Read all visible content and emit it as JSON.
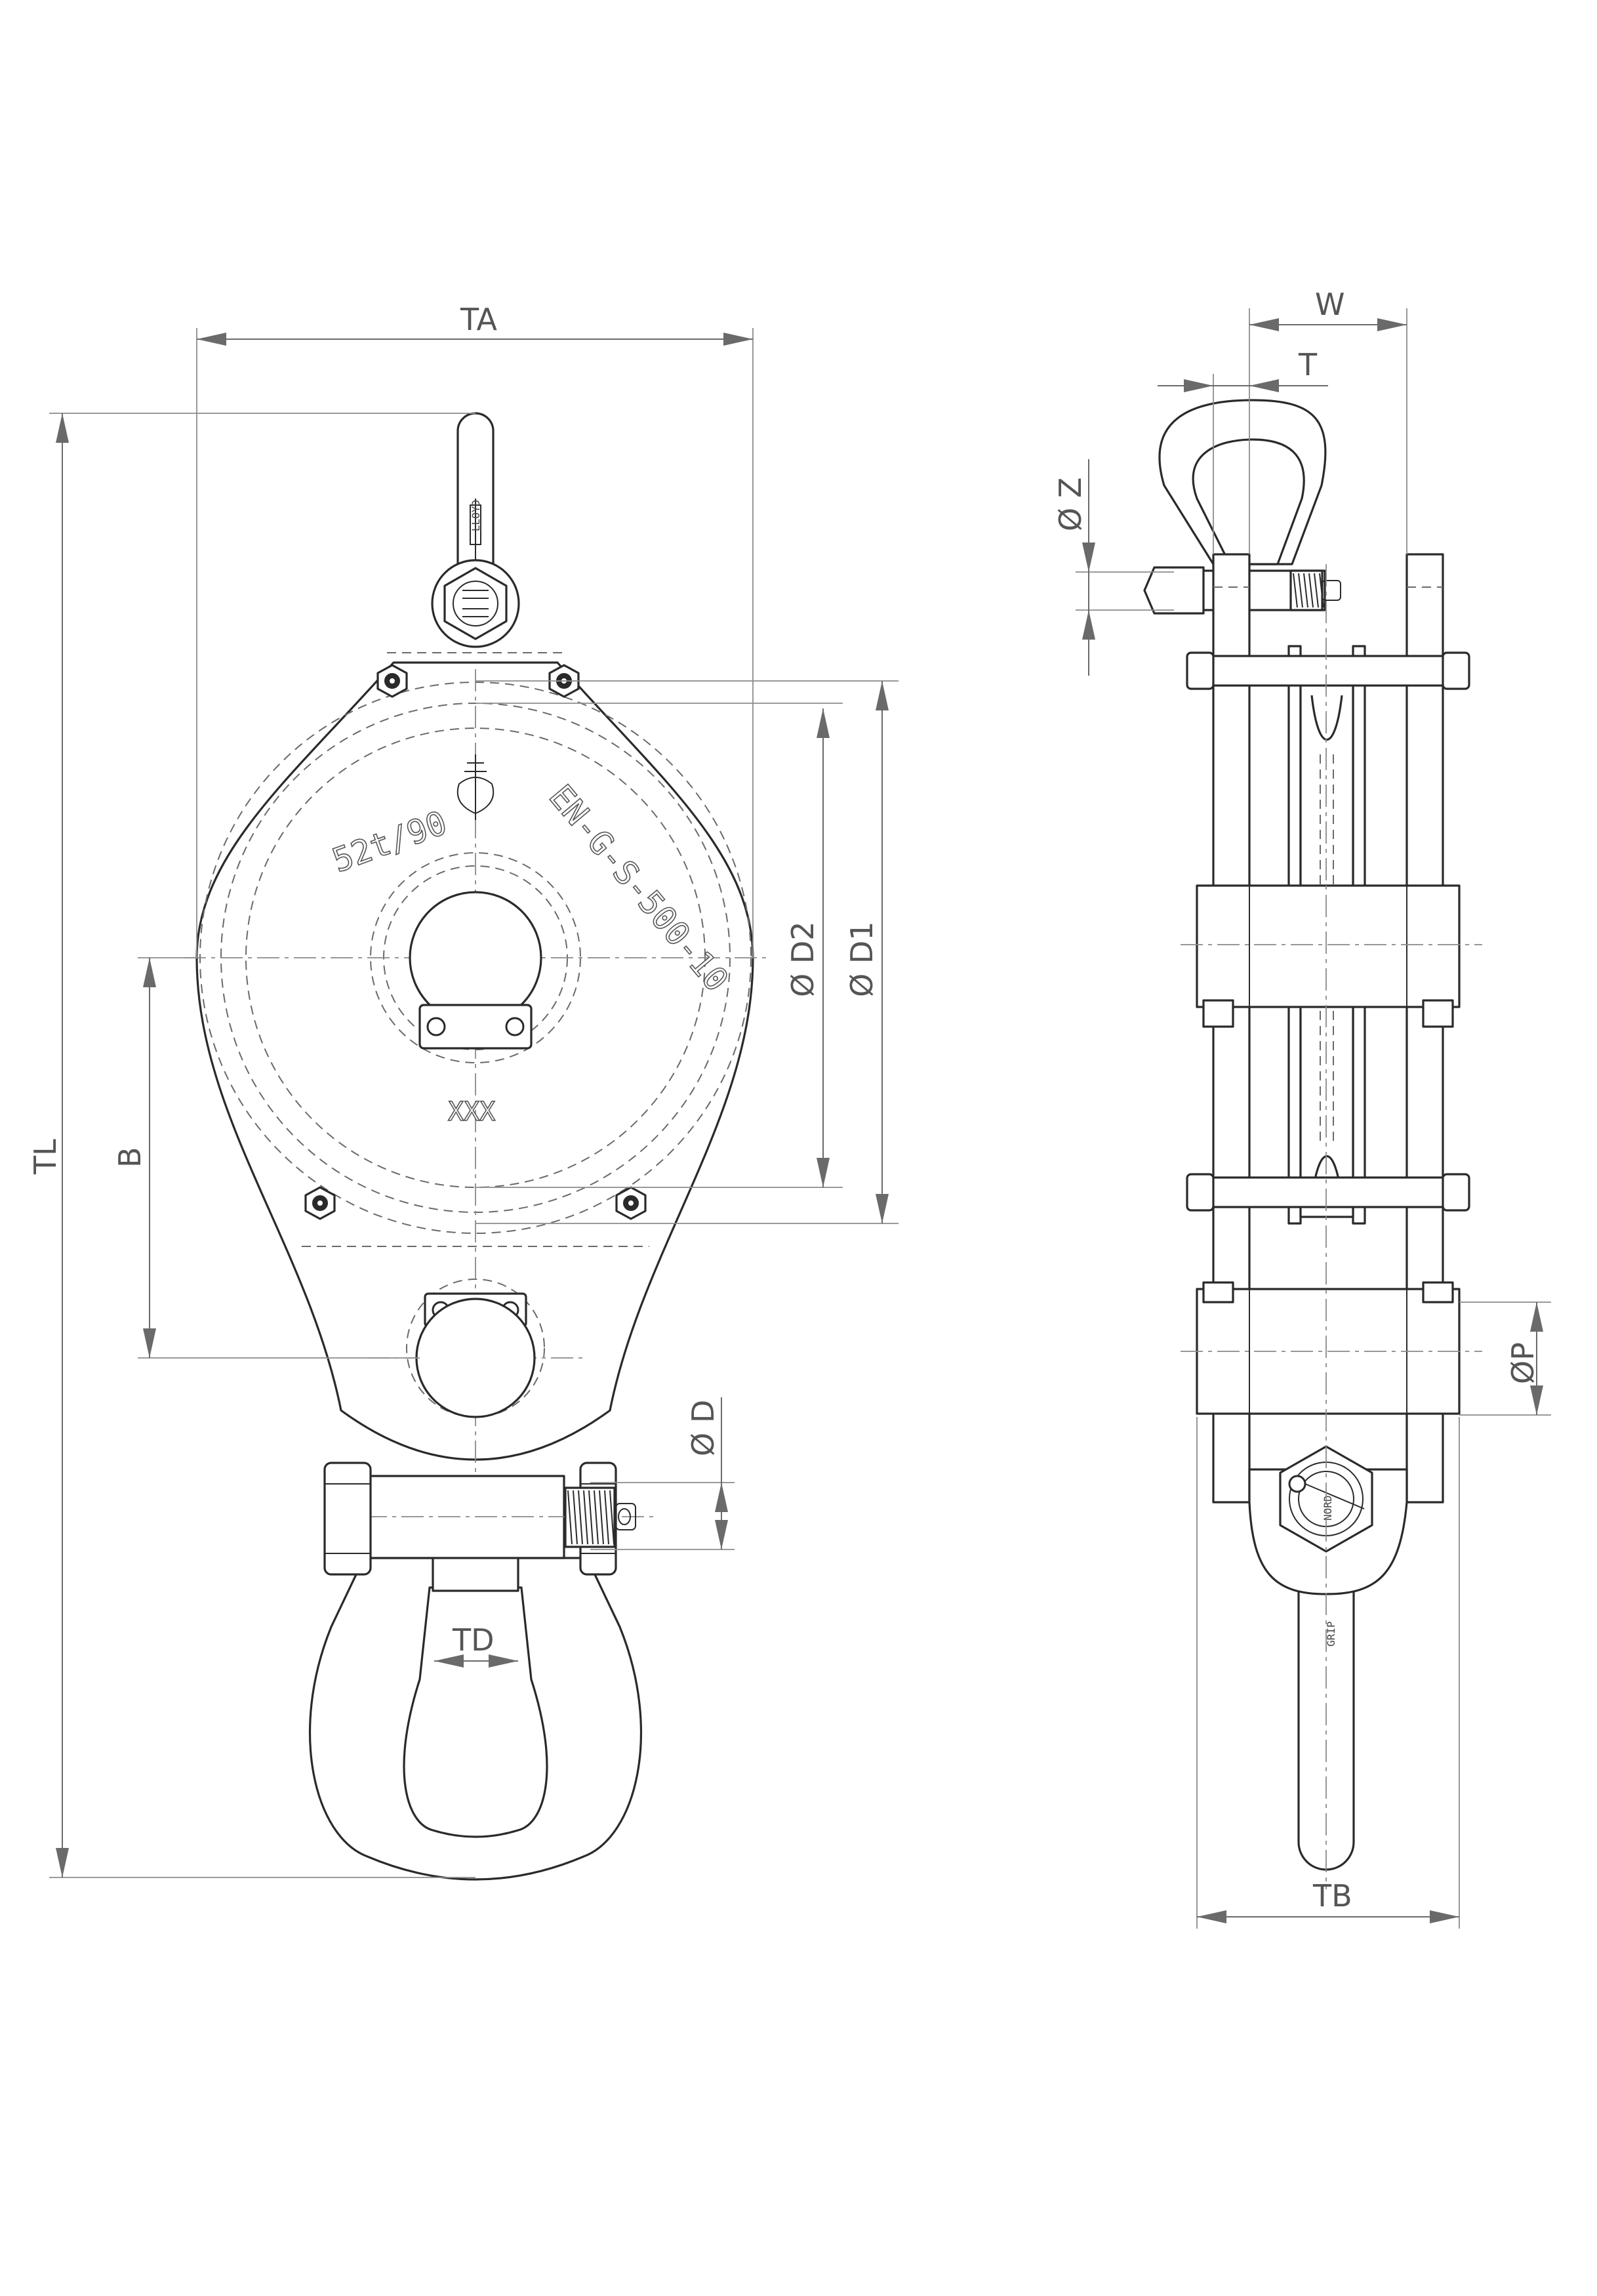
{
  "dimensions": {
    "TA": "TA",
    "TL": "TL",
    "B": "B",
    "D2": "Ø D2",
    "D1": "Ø D1",
    "D": "Ø D",
    "TD": "TD",
    "W": "W",
    "T": "T",
    "Z": "Ø Z",
    "P": "ØP",
    "TB": "TB"
  },
  "engravings": {
    "load": "52t/90",
    "standard": "EN-G-S-500-10",
    "batch": "XXX"
  },
  "colors": {
    "line": "#2a2a2a",
    "dimension": "#6a6a6a",
    "background": "#ffffff"
  }
}
